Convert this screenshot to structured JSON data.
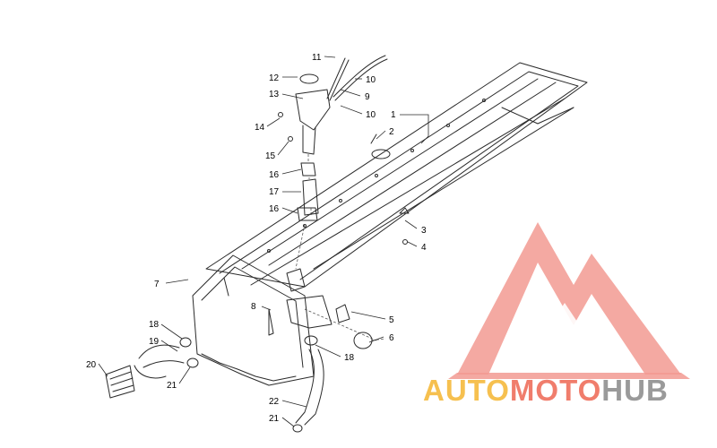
{
  "diagram": {
    "callouts": [
      "1",
      "2",
      "3",
      "4",
      "5",
      "6",
      "7",
      "8",
      "9",
      "10",
      "10",
      "11",
      "12",
      "13",
      "14",
      "15",
      "16",
      "16",
      "17",
      "18",
      "18",
      "19",
      "20",
      "21",
      "21",
      "22"
    ]
  },
  "watermark": {
    "word_auto": "AUTO",
    "word_moto": "MOTO",
    "word_hub": "HUB",
    "colors": {
      "auto": "#f6c04f",
      "moto": "#f07d6c",
      "hub": "#9a9a9a",
      "logo": "#f29a92"
    }
  }
}
